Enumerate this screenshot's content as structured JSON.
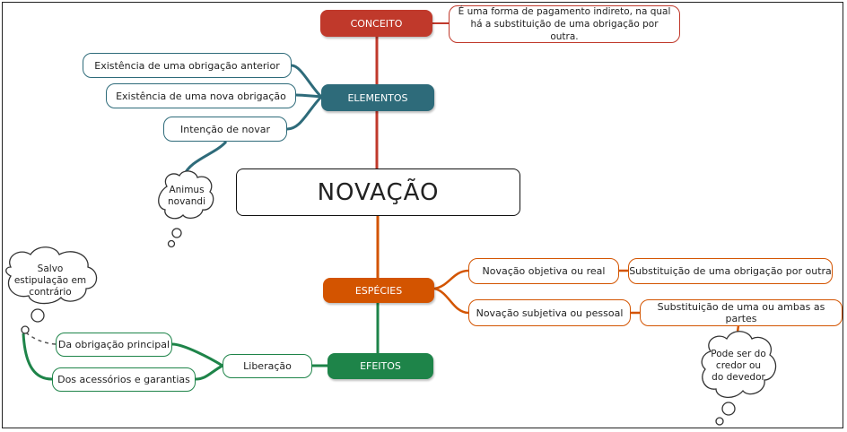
{
  "center": {
    "label": "NOVAÇÃO"
  },
  "conceito": {
    "label": "CONCEITO",
    "color": "#c0392b",
    "text": "É uma forma de pagamento indireto, na qual há a substituição de uma obrigação por outra."
  },
  "elementos": {
    "label": "ELEMENTOS",
    "color": "#2e6b7a",
    "items": [
      "Existência de uma obrigação anterior",
      "Existência de uma nova obrigação",
      "Intenção de novar"
    ],
    "note": "Animus novandi"
  },
  "especies": {
    "label": "ESPÉCIES",
    "color": "#d35400",
    "items": [
      {
        "label": "Novação objetiva ou real",
        "detail": "Substituição de uma obrigação por outra"
      },
      {
        "label": "Novação subjetiva ou pessoal",
        "detail": "Substituição de uma ou ambas as partes"
      }
    ],
    "note": "Pode ser do credor ou do devedor"
  },
  "efeitos": {
    "label": "EFEITOS",
    "color": "#1e8449",
    "item": "Liberação",
    "subitems": [
      "Da obrigação principal",
      "Dos acessórios e garantias"
    ],
    "note": "Salvo estipulação em contrário"
  }
}
